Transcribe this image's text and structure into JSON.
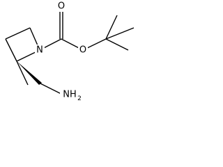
{
  "structure": {
    "atoms": {
      "nitrogen": "N",
      "carbonyl_oxygen": "O",
      "ester_oxygen": "O",
      "amine": "NH",
      "amine_subscript": "2"
    },
    "colors": {
      "bond": "#000000",
      "background": "#ffffff"
    }
  }
}
